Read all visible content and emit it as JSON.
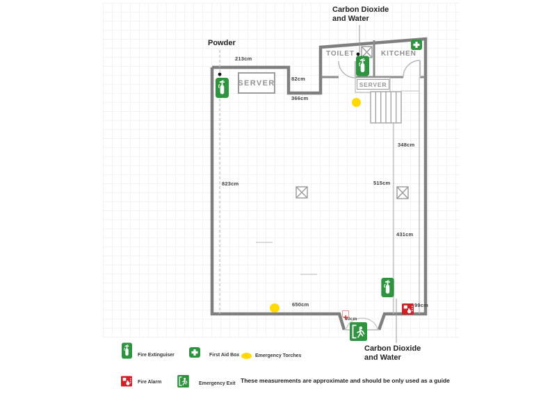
{
  "colors": {
    "green": "#2f9440",
    "red": "#cf2127",
    "yellow": "#ffd900",
    "wall": "#7f7f7f",
    "roomgrey": "#8f8f8f",
    "ink": "#1f1f1f"
  },
  "annotations": {
    "top_type_line1": "Carbon Dioxide",
    "top_type_line2": "and Water",
    "powder": "Powder",
    "bottom_type_line1": "Carbon Dioxide",
    "bottom_type_line2": "and Water"
  },
  "rooms": {
    "toilet": "TOILET",
    "kitchen": "KITCHEN",
    "server_1": "SERVER",
    "server_2": "SERVER"
  },
  "measurements": {
    "top_wall": "213cm",
    "step_wall": "82cm",
    "upper_wall": "366cm",
    "left_wall": "823cm",
    "right_upper": "348cm",
    "right_mid": "515cm",
    "right_lower": "431cm",
    "bottom_wall": "650cm",
    "entrance": "60cm",
    "alarm_wall": "99cm"
  },
  "legend": {
    "fire_extinguisher": "Fire Extinguiser",
    "first_aid_box": "First Aid Box",
    "emergency_torches": "Emergency Torches",
    "fire_alarm": "Fire Alarm",
    "emergency_exit": "Emergency Exit",
    "disclaimer": "These measurements are approximate and should be only used as a guide"
  }
}
